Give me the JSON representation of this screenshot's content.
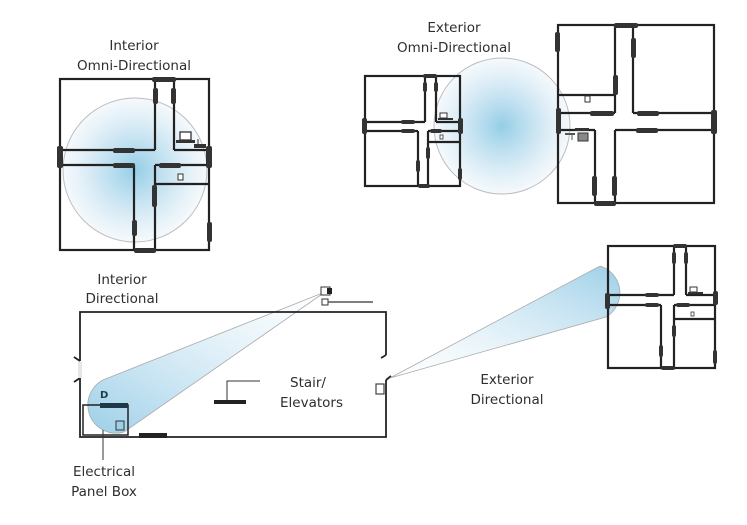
{
  "diagram": {
    "panels": [
      {
        "id": "interior-omni",
        "title_lines": [
          "Interior",
          "Omni-Directional"
        ]
      },
      {
        "id": "exterior-omni",
        "title_lines": [
          "Exterior",
          "Omni-Directional"
        ]
      },
      {
        "id": "interior-directional",
        "title_lines": [
          "Interior",
          "Directional"
        ]
      },
      {
        "id": "exterior-directional",
        "title_lines": [
          "Exterior",
          "Directional"
        ]
      }
    ],
    "annotations": {
      "stair_lines": [
        "Stair/",
        "Elevators"
      ],
      "panel_box_lines": [
        "Electrical",
        "Panel Box"
      ],
      "door_marker": "D"
    },
    "colors": {
      "coverage": "#a9d4ea",
      "coverage_center": "#8fcbe6",
      "wall": "#222222",
      "text": "#2e2e2e"
    },
    "icons": [
      "laptop-icon",
      "router-icon",
      "camera-icon",
      "antenna-icon",
      "electrical-panel-icon"
    ]
  }
}
